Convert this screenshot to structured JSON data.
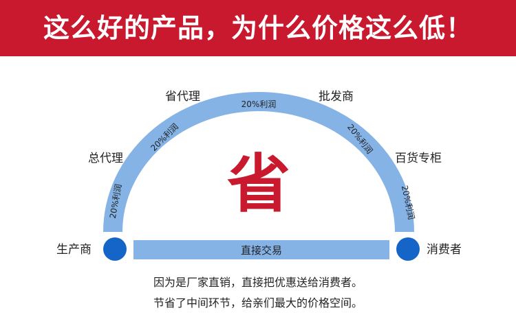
{
  "header": {
    "title": "这么好的产品，为什么价格这么低！",
    "background_color": "#c8192e"
  },
  "diagram": {
    "arc_color": "#85b3e6",
    "node_color": "#1565c8",
    "center_char": "省",
    "center_color": "#c8192e",
    "labels": {
      "producer": "生产商",
      "general_agent": "总代理",
      "province_agent": "省代理",
      "wholesaler": "批发商",
      "department_store": "百货专柜",
      "consumer": "消费者"
    },
    "profit_labels": [
      "20%利润",
      "20%利润",
      "20%利润",
      "20%利润",
      "20%利润"
    ],
    "direct_trade": "直接交易"
  },
  "footer": {
    "line1": "因为是厂家直销，直接把优惠送给消费者。",
    "line2": "节省了中间环节，给亲们最大的价格空间。"
  }
}
